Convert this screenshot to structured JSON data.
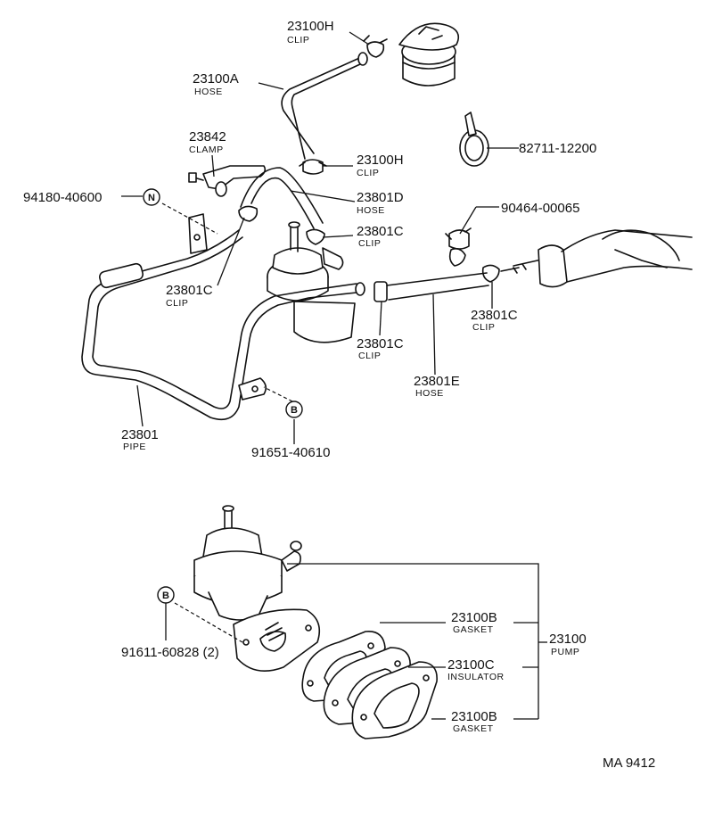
{
  "callouts": {
    "c_23100h_top": {
      "part": "23100H",
      "desc": "CLIP"
    },
    "c_23100a": {
      "part": "23100A",
      "desc": "HOSE"
    },
    "c_23842": {
      "part": "23842",
      "desc": "CLAMP"
    },
    "c_23100h_mid": {
      "part": "23100H",
      "desc": "CLIP"
    },
    "c_82711": {
      "part": "82711-12200"
    },
    "c_94180": {
      "part": "94180-40600"
    },
    "c_23801d": {
      "part": "23801D",
      "desc": "HOSE"
    },
    "c_23801c_a": {
      "part": "23801C",
      "desc": "CLIP"
    },
    "c_90464": {
      "part": "90464-00065"
    },
    "c_23801c_b": {
      "part": "23801C",
      "desc": "CLIP"
    },
    "c_23801c_c": {
      "part": "23801C",
      "desc": "CLIP"
    },
    "c_23801c_d": {
      "part": "23801C",
      "desc": "CLIP"
    },
    "c_23801e": {
      "part": "23801E",
      "desc": "HOSE"
    },
    "c_23801": {
      "part": "23801",
      "desc": "PIPE"
    },
    "c_91651": {
      "part": "91651-40610"
    },
    "c_91611": {
      "part": "91611-60828 (2)"
    },
    "c_23100b_top": {
      "part": "23100B",
      "desc": "GASKET"
    },
    "c_23100": {
      "part": "23100",
      "desc": "PUMP"
    },
    "c_23100c": {
      "part": "23100C",
      "desc": "INSULATOR"
    },
    "c_23100b_bot": {
      "part": "23100B",
      "desc": "GASKET"
    }
  },
  "markers": {
    "n_marker": "N",
    "b_marker_top": "B",
    "b_marker_bottom": "B"
  },
  "diagram_code": "MA  9412"
}
